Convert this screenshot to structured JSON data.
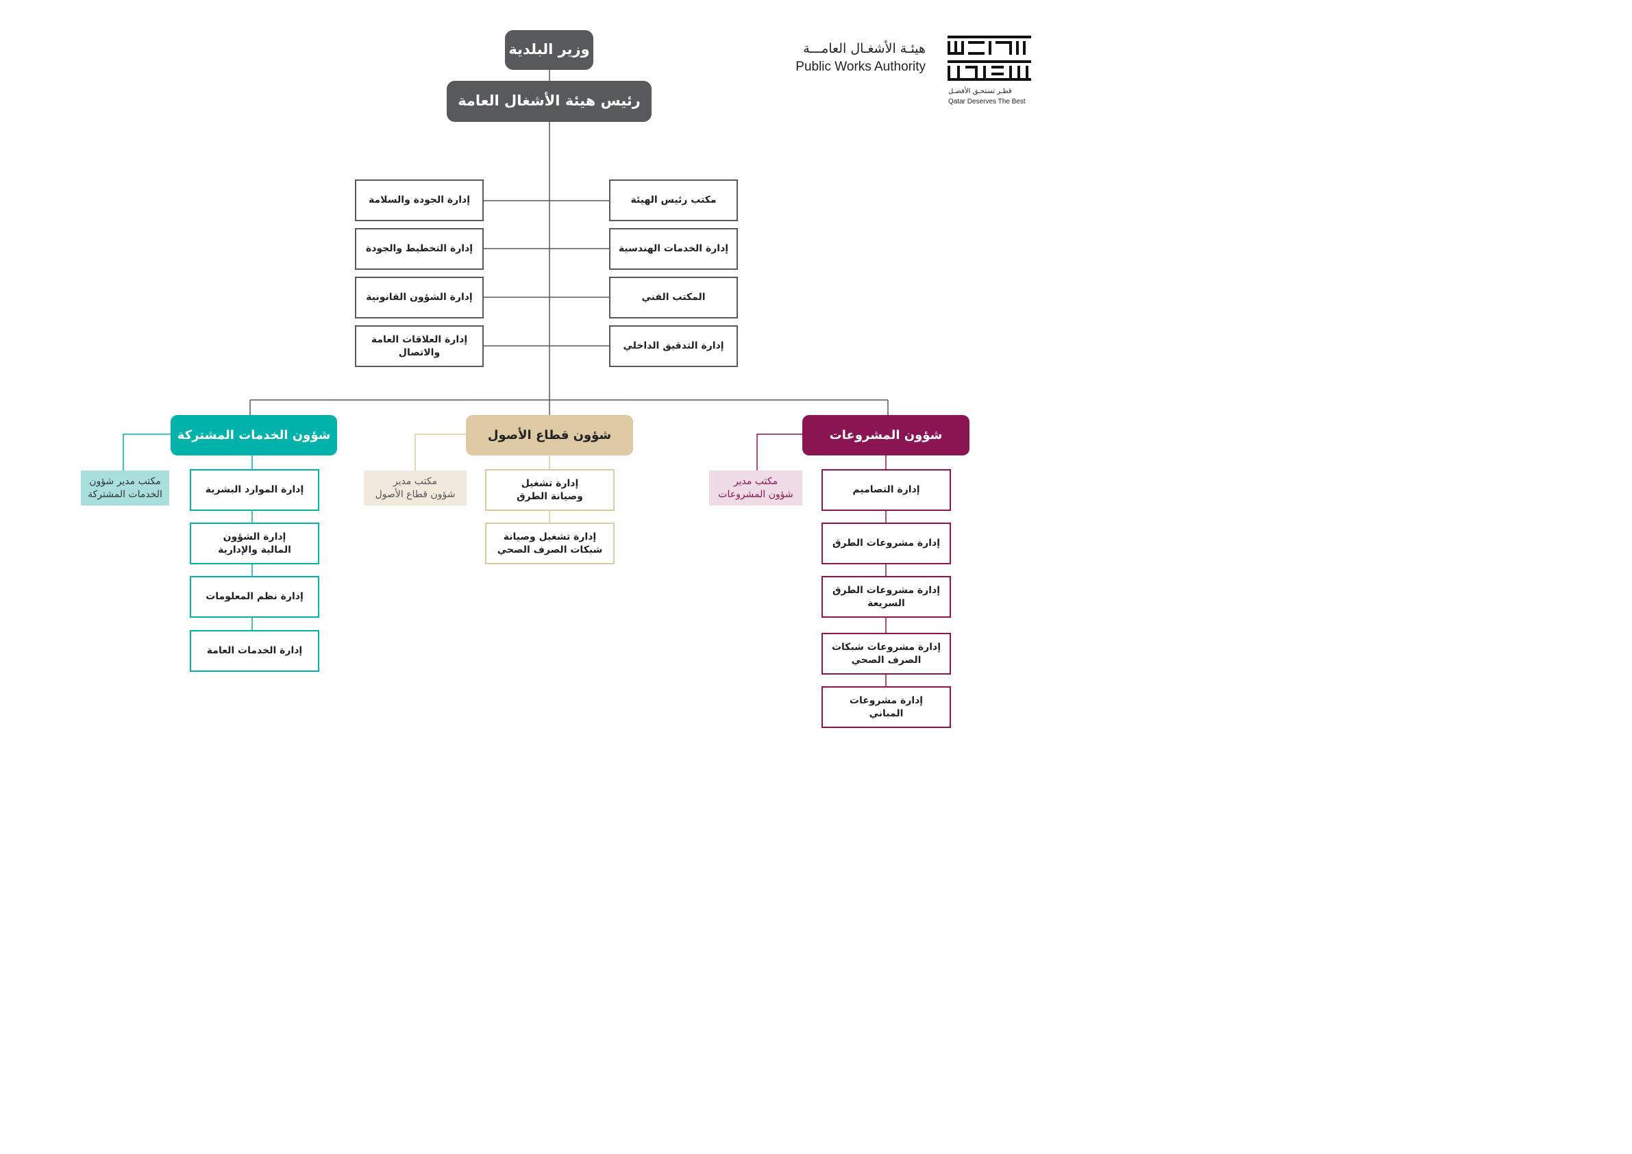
{
  "colors": {
    "dark": "#58595b",
    "teal": "#00b2a9",
    "teal_light": "#a9e0dd",
    "beige": "#ddc9a3",
    "beige_light": "#f0e9dc",
    "maroon": "#8a1552",
    "pink_light": "#efdbe5"
  },
  "brand": {
    "name_ar": "هيئـة الأشغـال العامـــة",
    "name_en": "Public Works Authority",
    "logo_text": "ASHGHAL",
    "tagline_ar": "قطـر تستحـق الأفضـل",
    "tagline_en": "Qatar Deserves The Best"
  },
  "top": {
    "minister": "وزير البلدية",
    "president": "رئيس هيئة الأشغال العامة"
  },
  "staff": {
    "right": [
      "مكتب رئيس الهيئة",
      "إدارة الخدمات الهندسية",
      "المكتب الفني",
      "إدارة التدقيق الداخلي"
    ],
    "left": [
      "إدارة الجودة والسلامة",
      "إدارة التخطيط والجودة",
      "إدارة الشؤون القانونية",
      "إدارة العلاقات العامة\nوالاتصال"
    ]
  },
  "sectors": {
    "shared": {
      "title": "شؤون الخدمات المشتركة",
      "office": "مكتب مدير شؤون\nالخدمات المشتركة",
      "departments": [
        "إدارة الموارد البشرية",
        "إدارة الشؤون\nالمالية والإدارية",
        "إدارة نظم المعلومات",
        "إدارة الخدمات العامة"
      ]
    },
    "assets": {
      "title": "شؤون قطاع الأصول",
      "office": "مكتب مدير\nشؤون قطاع الأصول",
      "departments": [
        "إدارة تشغيل\nوصيانة الطرق",
        "إدارة تشغيل وصيانة\nشبكات الصرف الصحي"
      ]
    },
    "projects": {
      "title": "شؤون المشروعات",
      "office": "مكتب مدير\nشؤون المشروعات",
      "departments": [
        "إدارة التصاميم",
        "إدارة مشروعات الطرق",
        "إدارة مشروعات الطرق\nالسريعة",
        "إدارة مشروعات شبكات\nالصرف الصحي",
        "إدارة مشروعات\nالمباني"
      ]
    }
  }
}
